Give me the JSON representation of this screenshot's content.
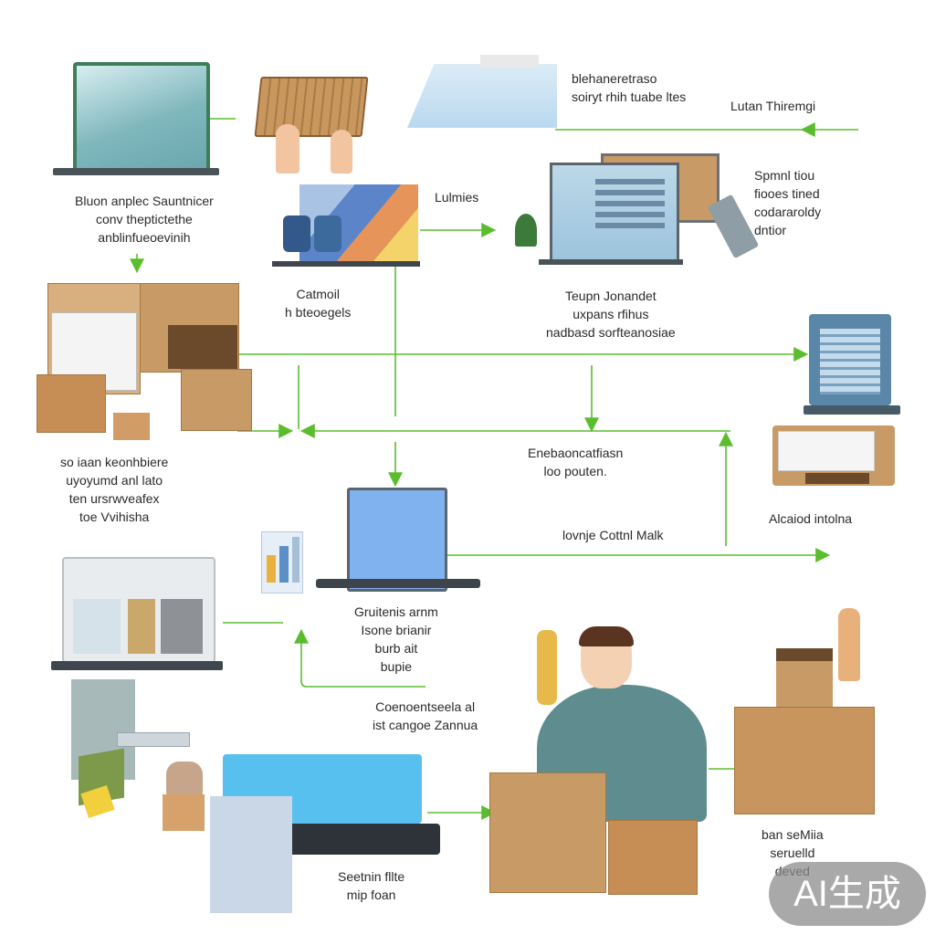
{
  "labels": {
    "top_right_a": [
      "blehaneretraso",
      "soiryt rhih tuabe ltes"
    ],
    "top_right_b": [
      "Lutan Thiremgi"
    ],
    "left_top": [
      "Bluon anplec Sauntnicer",
      "conv theptictethe",
      "anblinfueoevinih"
    ],
    "center_top": [
      "Lulmies"
    ],
    "right_top": [
      "Spmnl tiou",
      "fiooes tined",
      "codararoldy",
      "dntior"
    ],
    "center_mid": [
      "Catmoil",
      "h bteoegels"
    ],
    "center_mid_right": [
      "Teupn Jonandet",
      "uxpans rfihus",
      "nadbasd sorfteanosiae"
    ],
    "left_mid": [
      "so iaan keonhbiere",
      "uyoyumd anl lato",
      "ten ursrwveafex",
      "toe Vvihisha"
    ],
    "center_lower": [
      "Enebaoncatfiasn",
      "loo pouten."
    ],
    "center_lower_b": [
      "lovnje Cottnl Malk"
    ],
    "right_lower": [
      "Alcaiod intolna"
    ],
    "center_bottom_a": [
      "Gruitenis arnm",
      "Isone brianir",
      "burb ait",
      "bupie"
    ],
    "center_bottom_b": [
      "Coenoentseela al",
      "ist cangoe Zannua"
    ],
    "bottom_center": [
      "Seetnin fllte",
      "mip foan"
    ],
    "bottom_right": [
      "ban seMiia",
      "seruelld",
      "deved"
    ]
  },
  "watermark": "AI生成",
  "colors": {
    "arrow": "#5bbd2e",
    "box": "#c79a66",
    "screen_teal": "#7fb7bd",
    "screen_blue": "#7fb2ee",
    "screen_cyan": "#58c0ef",
    "person_shirt": "#5f8d8f"
  }
}
